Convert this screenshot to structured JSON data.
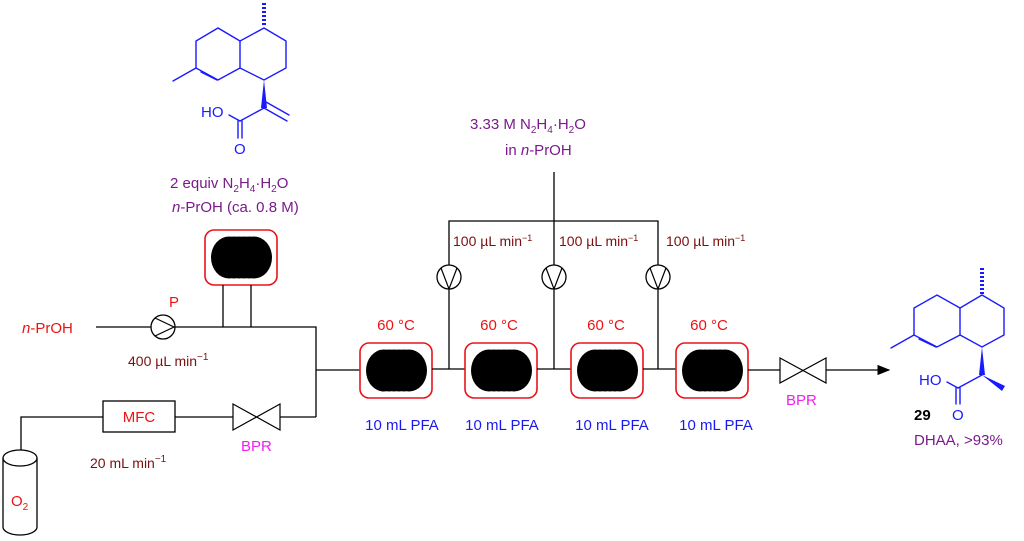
{
  "colors": {
    "reactor_border": "#e8141c",
    "molecule": "#1a1aff",
    "reagent_text": "#7a1a8a",
    "flowrate_text": "#7a1010",
    "temperature_text": "#ee1111",
    "volume_text": "#1a1aee",
    "bpr_text": "#ee22ee"
  },
  "starting_material": {
    "atoms": {
      "hydroxyl": "HO",
      "carbonyl_oxygen": "O"
    },
    "reagent_line1": {
      "prefix": "2 equiv N",
      "sub1": "2",
      "mid1": "H",
      "sub2": "4",
      "mid2": "·H",
      "sub3": "2",
      "suffix": "O"
    },
    "reagent_line2": {
      "italic": "n",
      "rest": "-PrOH (ca. 0.8 M)"
    }
  },
  "solvent_feed": {
    "label_italic": "n",
    "label_rest": "-PrOH",
    "pump_label": "P",
    "flow_rate": {
      "value": "400  µL min",
      "sup": "−1"
    }
  },
  "gas_feed": {
    "cylinder_label": {
      "main": "O",
      "sub": "2"
    },
    "mfc_label": "MFC",
    "flow_rate": {
      "value": "20 mL min",
      "sup": "−1"
    },
    "bpr_label": "BPR"
  },
  "hydrazine_feed": {
    "line1": {
      "prefix": "3.33 M N",
      "sub1": "2",
      "mid1": "H",
      "sub2": "4",
      "mid2": "·H",
      "sub3": "2",
      "suffix": "O"
    },
    "line2": {
      "prefix": "in ",
      "italic": "n",
      "rest": "-PrOH"
    },
    "branches": [
      {
        "value": "100 µL min",
        "sup": "−1"
      },
      {
        "value": "100 µL min",
        "sup": "−1"
      },
      {
        "value": "100 µL min",
        "sup": "−1"
      }
    ]
  },
  "reactors": [
    {
      "temperature": "60 °C",
      "volume": "10 mL PFA"
    },
    {
      "temperature": "60 °C",
      "volume": "10 mL PFA"
    },
    {
      "temperature": "60 °C",
      "volume": "10 mL PFA"
    },
    {
      "temperature": "60 °C",
      "volume": "10 mL PFA"
    }
  ],
  "outlet": {
    "bpr_label": "BPR"
  },
  "product": {
    "atoms": {
      "hydroxyl": "HO",
      "carbonyl_oxygen": "O"
    },
    "compound_number": "29",
    "description": "DHAA, >93%"
  }
}
